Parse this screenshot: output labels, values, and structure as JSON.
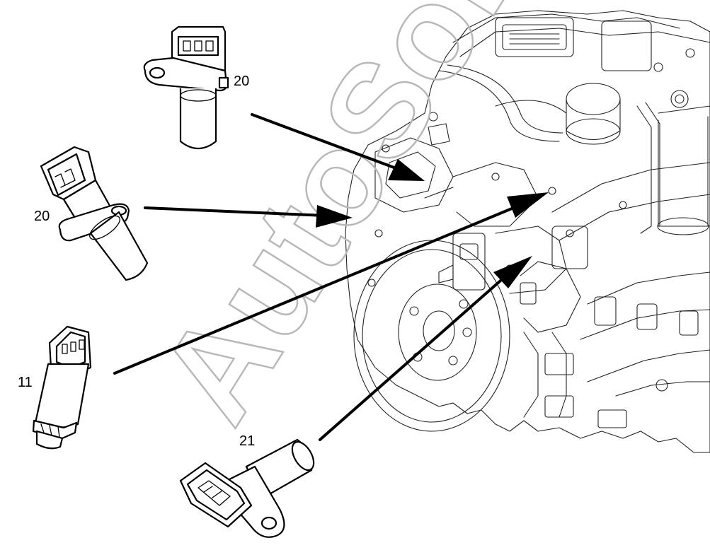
{
  "diagram": {
    "callouts": [
      {
        "id": "sensor-top",
        "label": "20"
      },
      {
        "id": "sensor-upper-left",
        "label": "20"
      },
      {
        "id": "sensor-lower-left",
        "label": "11"
      },
      {
        "id": "sensor-bottom",
        "label": "21"
      }
    ],
    "watermark": "AutoSoft"
  },
  "colors": {
    "line": "#000000",
    "background": "#ffffff",
    "watermark": "#b8b8b8"
  }
}
